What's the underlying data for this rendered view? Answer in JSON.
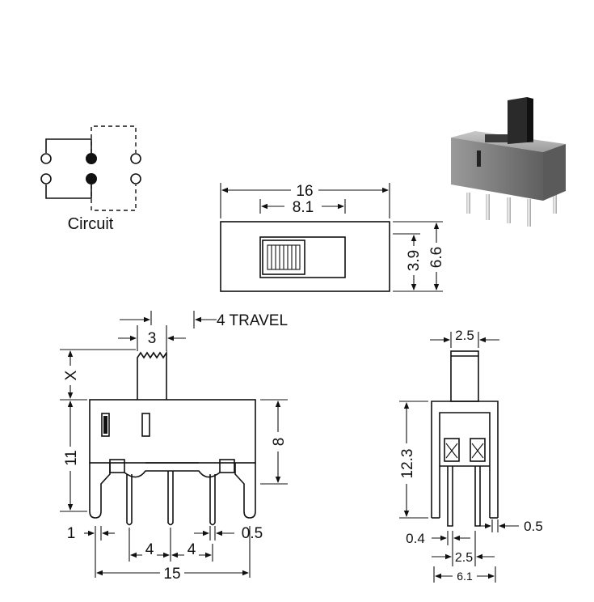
{
  "circuit": {
    "label": "Circuit"
  },
  "top_view": {
    "overall_length": "16",
    "actuator_window": "8.1",
    "actuator_height": "3.9",
    "overall_width": "6.6"
  },
  "front_view": {
    "actuator_width": "3",
    "travel": "4 TRAVEL",
    "actuator_height": "X",
    "body_height": "11",
    "housing_height": "8",
    "edge_offset_left": "1",
    "lead_thickness": "0.5",
    "pin_pitch_1": "4",
    "pin_pitch_2": "4",
    "overall_length": "15"
  },
  "side_view": {
    "actuator_width": "2.5",
    "body_height": "12.3",
    "lead_thickness": "0.5",
    "lead_offset": "0.4",
    "pin_pitch": "2.5",
    "overall_width": "6.1"
  },
  "colors": {
    "line": "#111111",
    "background": "#ffffff",
    "photo_body": "#8a8a8a"
  }
}
